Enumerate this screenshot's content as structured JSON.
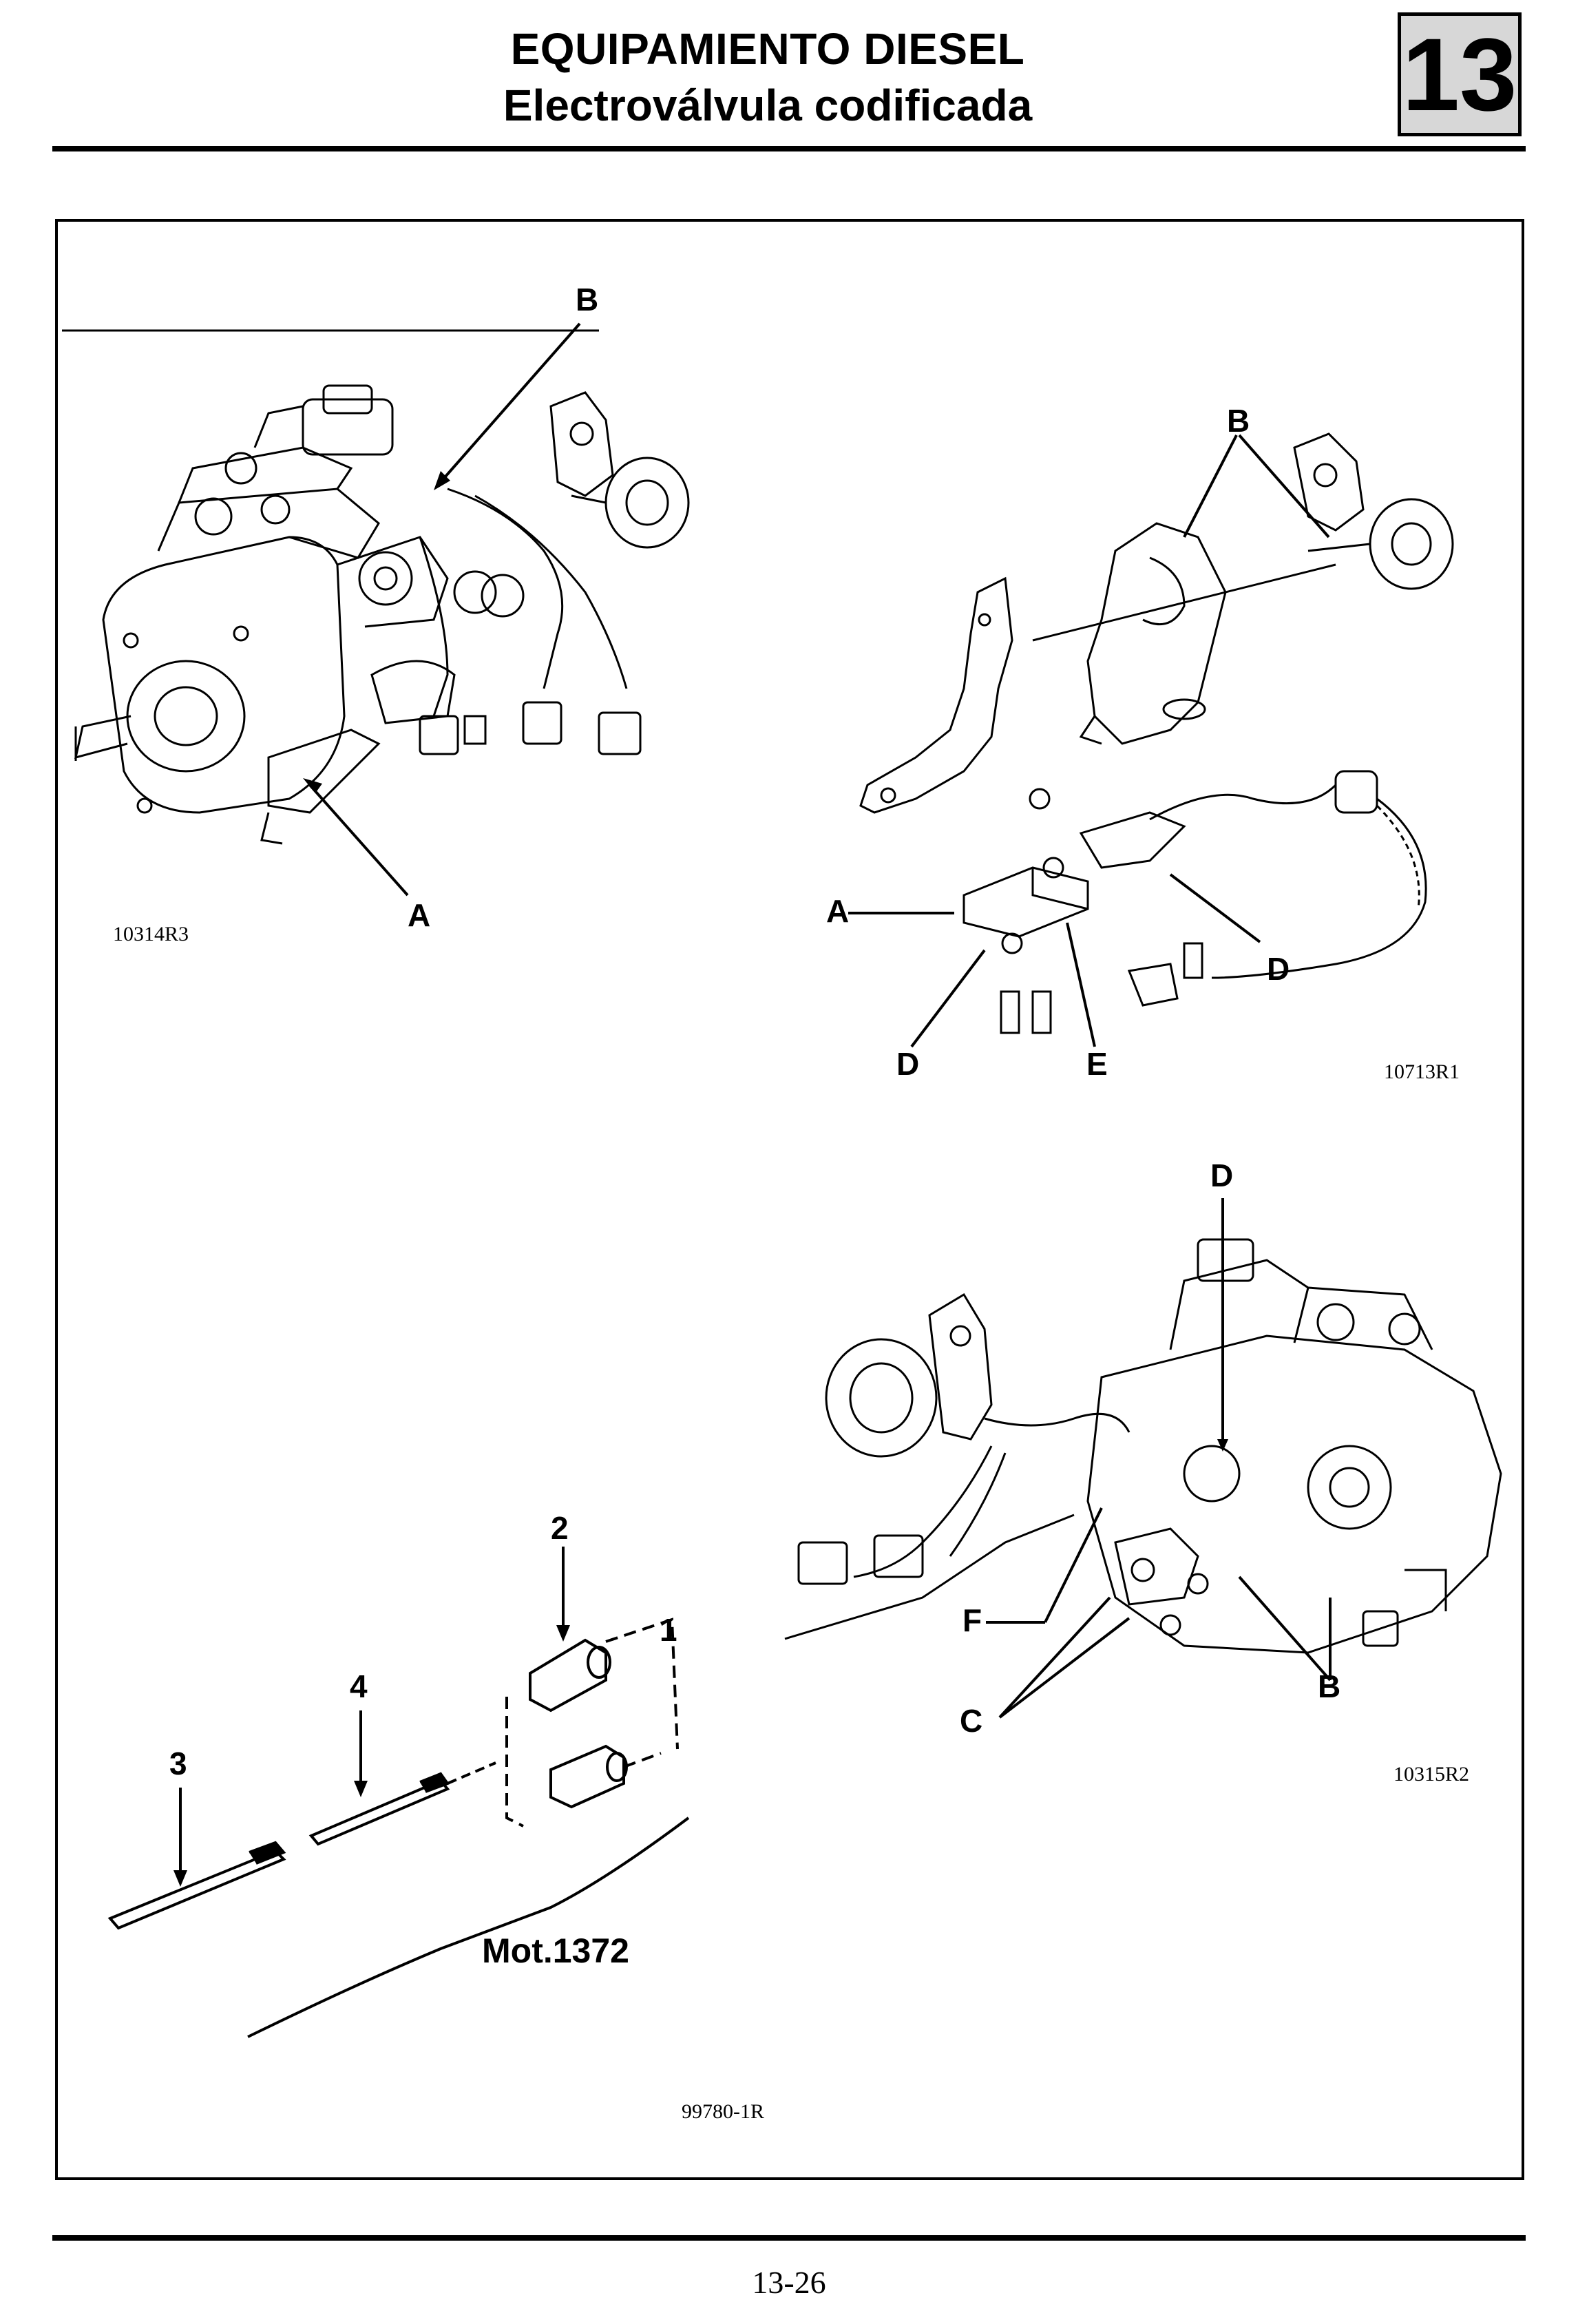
{
  "header": {
    "title_line1": "EQUIPAMIENTO DIESEL",
    "title_line2": "Electroválvula codificada",
    "chapter_number": "13"
  },
  "figures": [
    {
      "code": "10314R3",
      "callouts": [
        "B",
        "A"
      ]
    },
    {
      "code": "10713R1",
      "callouts": [
        "B",
        "A",
        "D",
        "D",
        "E"
      ]
    },
    {
      "code": "10315R2",
      "callouts": [
        "D",
        "F",
        "C",
        "B"
      ]
    },
    {
      "code": "99780-1R",
      "callouts": [
        "2",
        "4",
        "3",
        "1"
      ],
      "tool_label": "Mot.1372"
    }
  ],
  "footer": {
    "page_number": "13-26"
  }
}
